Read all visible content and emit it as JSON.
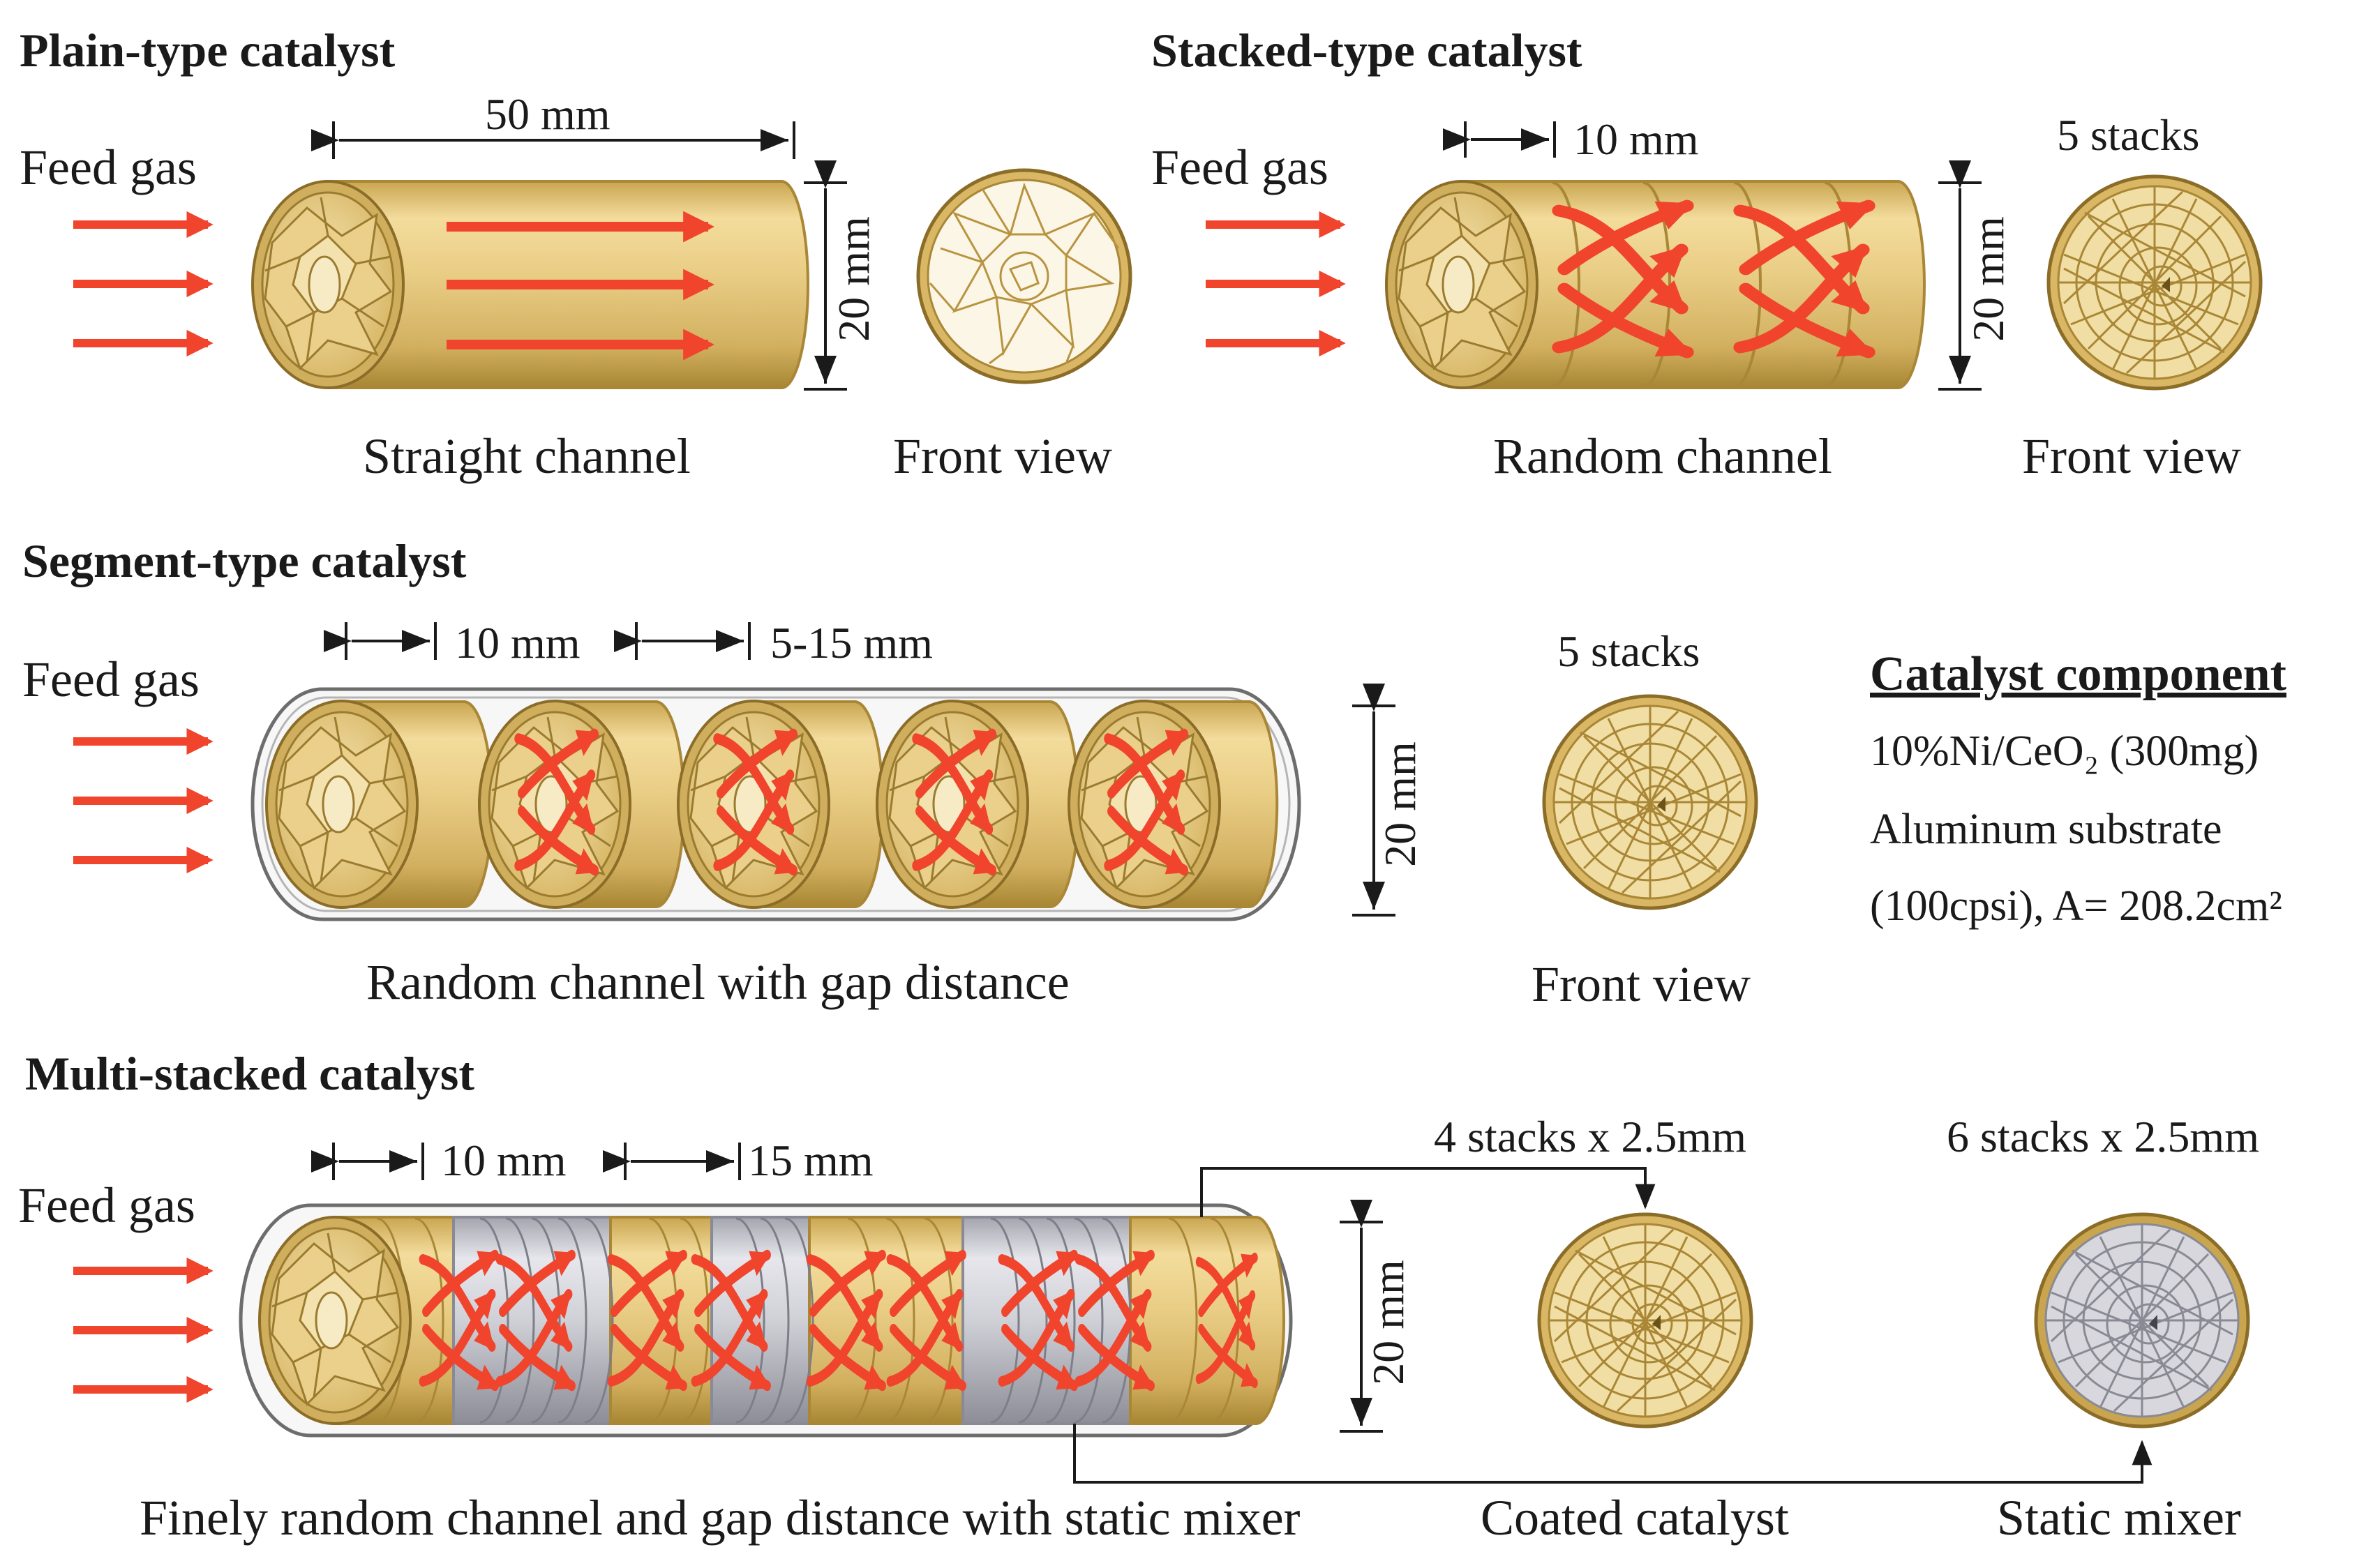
{
  "colors": {
    "arrow": "#f0442c",
    "gold": "#e2c271",
    "gold_dark": "#a98736",
    "gold_light": "#f5e3ac",
    "silver": "#c5c5cd",
    "silver_dark": "#8a8a94",
    "line": "#1a1a1a"
  },
  "plain": {
    "title": "Plain-type catalyst",
    "feed": "Feed gas",
    "length": "50 mm",
    "diameter": "20 mm",
    "channel": "Straight channel",
    "front": "Front view"
  },
  "stacked": {
    "title": "Stacked-type catalyst",
    "feed": "Feed gas",
    "length": "10 mm",
    "stacks": "5 stacks",
    "diameter": "20 mm",
    "channel": "Random channel",
    "front": "Front view"
  },
  "segment": {
    "title": "Segment-type catalyst",
    "feed": "Feed gas",
    "length": "10 mm",
    "gap": "5-15 mm",
    "diameter": "20 mm",
    "stacks": "5 stacks",
    "channel": "Random channel with gap distance",
    "front": "Front view"
  },
  "component": {
    "title": "Catalyst component",
    "line1": "10%Ni/CeO₂ (300mg)",
    "line2": "Aluminum  substrate",
    "line3": "(100cpsi), A= 208.2cm²"
  },
  "multi": {
    "title": "Multi-stacked catalyst",
    "feed": "Feed gas",
    "length": "10 mm",
    "gap": "15 mm",
    "diameter": "20 mm",
    "coated_stacks": "4 stacks x 2.5mm",
    "mixer_stacks": "6 stacks x 2.5mm",
    "channel": "Finely random channel and gap distance with static mixer",
    "coated": "Coated catalyst",
    "mixer": "Static mixer"
  }
}
